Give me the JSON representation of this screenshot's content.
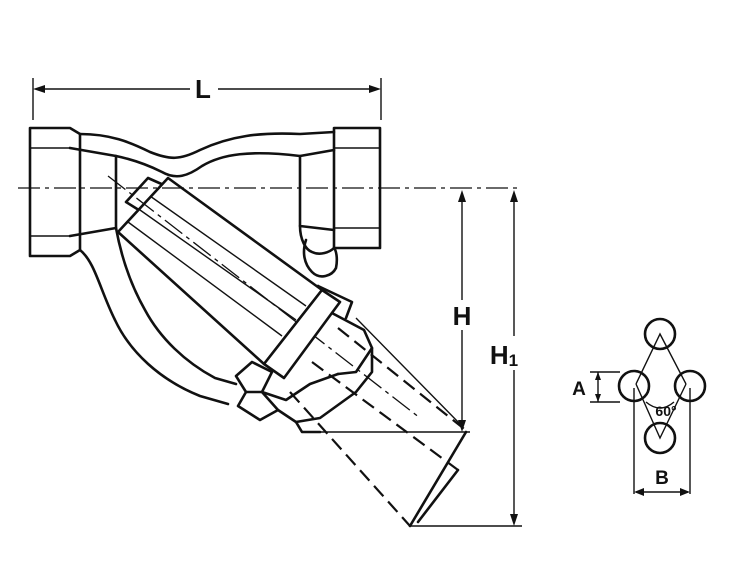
{
  "dimensions": {
    "length": "L",
    "height": "H",
    "height_total": "H",
    "height_total_subscript": "1",
    "width_a": "A",
    "width_b": "B",
    "angle": "60°"
  },
  "colors": {
    "ink": "#111111",
    "paper": "#ffffff"
  }
}
